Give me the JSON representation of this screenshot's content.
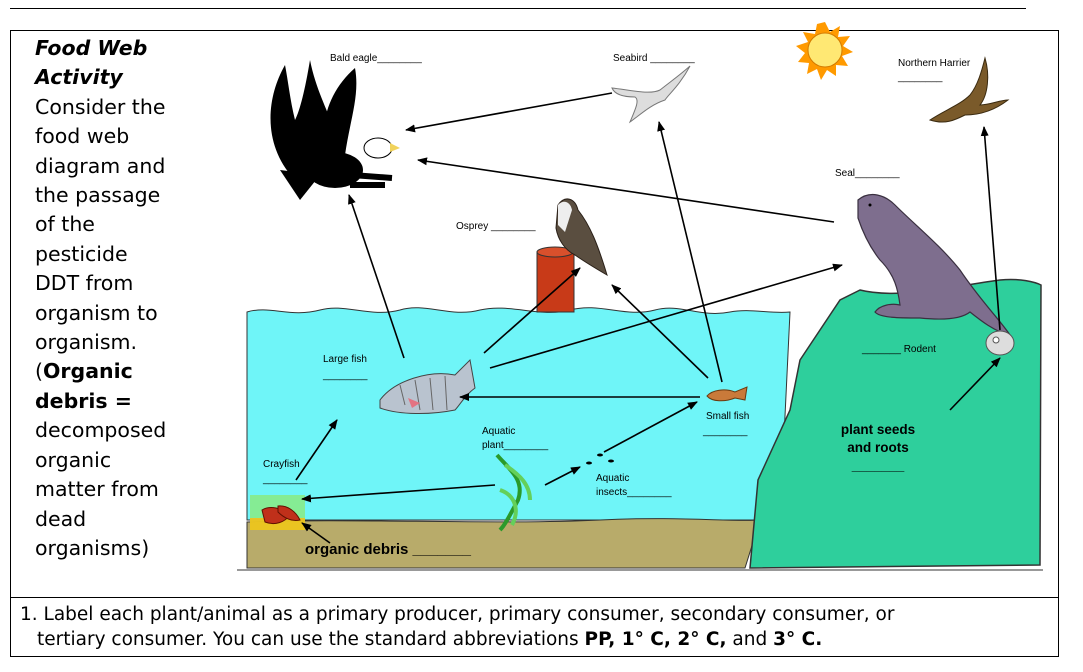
{
  "activity": {
    "title_lines": [
      "Food Web",
      "Activity"
    ],
    "body_lines": [
      [
        {
          "t": "Consider the"
        }
      ],
      [
        {
          "t": "food web"
        }
      ],
      [
        {
          "t": "diagram and"
        }
      ],
      [
        {
          "t": "the passage"
        }
      ],
      [
        {
          "t": "of the"
        }
      ],
      [
        {
          "t": "pesticide"
        }
      ],
      [
        {
          "t": "DDT from"
        }
      ],
      [
        {
          "t": "organism to"
        }
      ],
      [
        {
          "t": "organism."
        }
      ],
      [
        {
          "t": "("
        },
        {
          "t": "Organic",
          "b": true
        }
      ],
      [
        {
          "t": "debris =",
          "b": true
        }
      ],
      [
        {
          "t": "decomposed"
        }
      ],
      [
        {
          "t": "organic"
        }
      ],
      [
        {
          "t": "matter from"
        }
      ],
      [
        {
          "t": "dead"
        }
      ],
      [
        {
          "t": "organisms)"
        }
      ]
    ]
  },
  "diagram": {
    "labels": {
      "bald_eagle": "Bald eagle________",
      "seabird": "Seabird ________",
      "northern_harrier": "Northern Harrier",
      "harrier_blank": "________",
      "seal": "Seal________",
      "osprey": "Osprey ________",
      "large_fish": "Large fish",
      "large_fish_blank": "________",
      "crayfish": "Crayfish",
      "crayfish_blank": "________",
      "aquatic_plant_1": "Aquatic",
      "aquatic_plant_2": "plant________",
      "small_fish": "Small fish",
      "small_fish_blank": "________",
      "aquatic_insects_1": "Aquatic",
      "aquatic_insects_2": "insects________",
      "rodent": "_______ Rodent",
      "plant_seeds_1": "plant seeds",
      "plant_seeds_2": "and roots",
      "plant_seeds_blank": "_______",
      "organic_debris": "organic debris _______"
    },
    "colors": {
      "water": "#6ff5f8",
      "land": "#2ecf9c",
      "sand": "#b8ab6a",
      "post": "#c83a18",
      "sun": "#ffe873",
      "sun_rays": "#ff9a00",
      "seal": "#7e6e8e"
    }
  },
  "question": {
    "line1": "1.  Label each plant/animal as a primary producer, primary consumer, secondary consumer, or",
    "line2_pre": "tertiary consumer. You can use the standard abbreviations ",
    "line2_bold1": "PP, 1° C, 2° C,",
    "line2_mid": " and ",
    "line2_bold2": "3° C."
  }
}
